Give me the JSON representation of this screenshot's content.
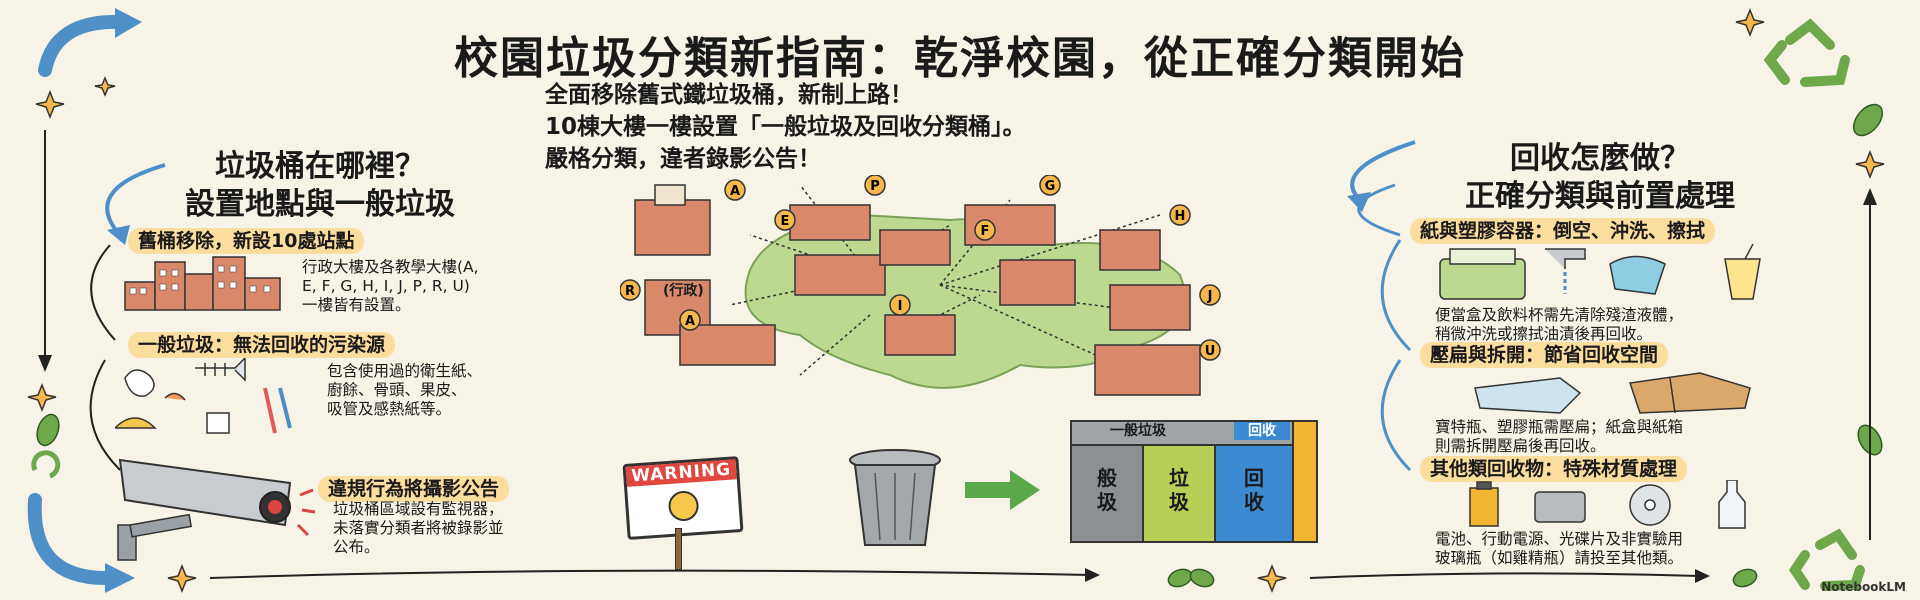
{
  "title": "校園垃圾分類新指南：乾淨校園，從正確分類開始",
  "intro": {
    "line1": "全面移除舊式鐵垃圾桶，新制上路！",
    "line2": "10棟大樓一樓設置「一般垃圾及回收分類桶」。",
    "line3": "嚴格分類，違者錄影公告！"
  },
  "left": {
    "heading1": "垃圾桶在哪裡？",
    "heading2": "設置地點與一般垃圾",
    "sec1_title": "舊桶移除，新設10處站點",
    "sec1_body": [
      "行政大樓及各教學大樓(A,",
      "E, F, G, H, I, J, P, R, U)",
      "一樓皆有設置。"
    ],
    "sec2_title": "一般垃圾：無法回收的污染源",
    "sec2_body": [
      "包含使用過的衛生紙、",
      "廚餘、骨頭、果皮、",
      "吸管及感熱紙等。"
    ],
    "sec3_title": "違規行為將攝影公告",
    "sec3_body": [
      "垃圾桶區域設有監視器，",
      "未落實分類者將被錄影並",
      "公布。"
    ],
    "warning": "WARNING"
  },
  "map": {
    "admin_label": "(行政)",
    "buildings": [
      "A",
      "P",
      "G",
      "H",
      "E",
      "F",
      "J",
      "R",
      "I",
      "U",
      "A"
    ],
    "building_sign": "行政"
  },
  "bins": {
    "panel_general": "一般垃圾",
    "panel_recycle": "回收",
    "slot1": [
      "般",
      "圾"
    ],
    "slot2": [
      "垃",
      "圾"
    ],
    "slot3": [
      "回",
      "收"
    ]
  },
  "right": {
    "heading1": "回收怎麼做？",
    "heading2": "正確分類與前置處理",
    "sec1_title": "紙與塑膠容器：倒空、沖洗、擦拭",
    "sec1_body": [
      "便當盒及飲料杯需先清除殘渣液體，",
      "稍微沖洗或擦拭油漬後再回收。"
    ],
    "sec2_title": "壓扁與拆開：節省回收空間",
    "sec2_body": [
      "寶特瓶、塑膠瓶需壓扁；紙盒與紙箱",
      "則需拆開壓扁後再回收。"
    ],
    "sec3_title": "其他類回收物：特殊材質處理",
    "sec3_body": [
      "電池、行動電源、光碟片及非實驗用",
      "玻璃瓶（如雞精瓶）請投至其他類。"
    ]
  },
  "footer": "NotebookLM",
  "colors": {
    "background": "#f7f3e6",
    "highlight": "#fbdd9e",
    "arrow_blue": "#4e8fc8",
    "leaf_green": "#6fa84a"
  }
}
